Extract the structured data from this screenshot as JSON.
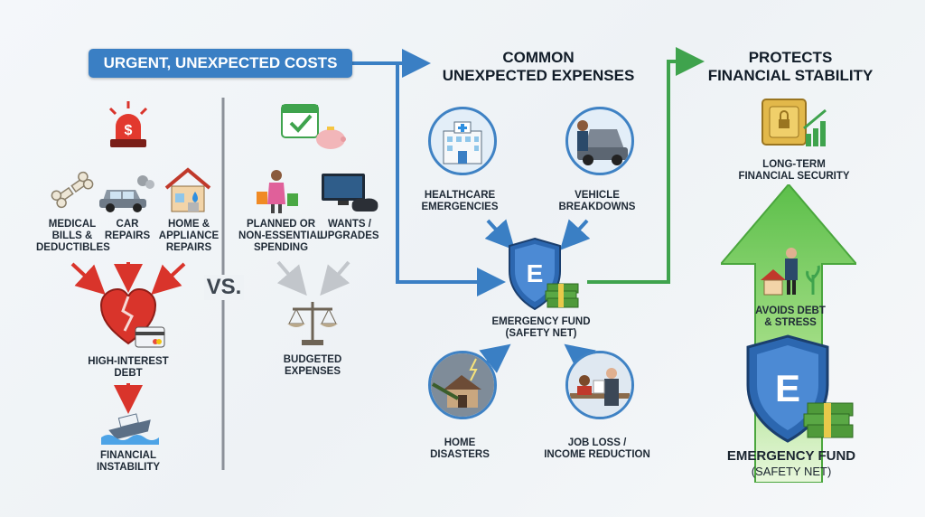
{
  "banner": "URGENT, UNEXPECTED COSTS",
  "left": {
    "items": [
      "MEDICAL\nBILLS &\nDEDUCTIBLES",
      "CAR\nREPAIRS",
      "HOME &\nAPPLIANCE\nREPAIRS"
    ],
    "debt": "HIGH-INTEREST\nDEBT",
    "instability": "FINANCIAL\nINSTABILITY"
  },
  "vs": "VS.",
  "budgeted": {
    "items": [
      "PLANNED OR\nNON-ESSENTIAL\nSPENDING",
      "WANTS /\nUPGRADES"
    ],
    "result": "BUDGETED\nEXPENSES"
  },
  "middle": {
    "title": "COMMON\nUNEXPECTED EXPENSES",
    "items": [
      "HEALTHCARE\nEMERGENCIES",
      "VEHICLE\nBREAKDOWNS",
      "HOME\nDISASTERS",
      "JOB LOSS /\nINCOME REDUCTION"
    ],
    "fund": "EMERGENCY FUND\n(SAFETY NET)"
  },
  "right": {
    "title": "PROTECTS\nFINANCIAL STABILITY",
    "security": "LONG-TERM\nFINANCIAL SECURITY",
    "avoids": "AVOIDS DEBT\n& STRESS",
    "fund_title": "EMERGENCY FUND",
    "fund_sub": "(SAFETY NET)"
  },
  "colors": {
    "blue": "#3a7fc4",
    "red": "#d9342b",
    "green": "#3fa34d",
    "gray": "#b9bec4"
  },
  "icons": [
    "alarm-siren-icon",
    "broken-bone-icon",
    "car-smoke-icon",
    "house-leak-icon",
    "broken-heart-card-icon",
    "sinking-boat-icon",
    "calendar-check-icon",
    "piggy-bank-icon",
    "shopper-icon",
    "tv-gamepad-icon",
    "scales-icon",
    "hospital-icon",
    "car-hood-icon",
    "storm-house-icon",
    "office-worker-icon",
    "shield-e-icon",
    "money-stack-icon",
    "safe-growth-icon",
    "person-house-icon"
  ]
}
